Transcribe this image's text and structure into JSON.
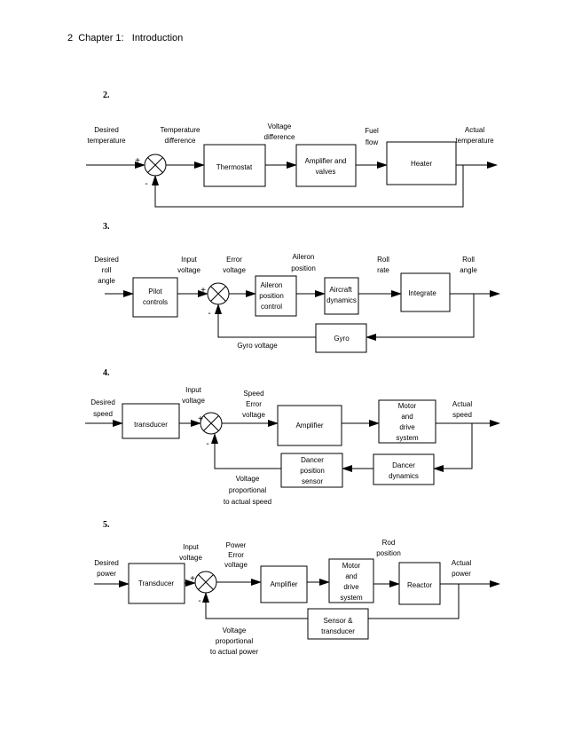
{
  "page": {
    "header": "2  Chapter 1:   Introduction"
  },
  "diagrams": [
    {
      "number": "2.",
      "labels": {
        "input": [
          "Desired",
          "temperature"
        ],
        "after_sum": [
          "Temperature",
          "difference"
        ],
        "after_b1": [
          "Voltage",
          "difference"
        ],
        "after_b2": [
          "Fuel",
          "flow"
        ],
        "output": [
          "Actual",
          "temperature"
        ]
      },
      "blocks": [
        [
          "Thermostat"
        ],
        [
          "Amplifier and",
          "valves"
        ],
        [
          "Heater"
        ]
      ],
      "signs": [
        "+",
        "-"
      ]
    },
    {
      "number": "3.",
      "labels": {
        "input": [
          "Desired",
          "roll",
          "angle"
        ],
        "before_sum": [
          "Input",
          "voltage"
        ],
        "after_sum": [
          "Error",
          "voltage"
        ],
        "after_b2": [
          "Aileron",
          "position"
        ],
        "after_b3": [
          "Roll",
          "rate"
        ],
        "output": [
          "Roll",
          "angle"
        ],
        "feedback": [
          "Gyro voltage"
        ]
      },
      "blocks": [
        [
          "Pilot",
          "controls"
        ],
        [
          "Aileron",
          "position",
          "control"
        ],
        [
          "Aircraft",
          "dynamics"
        ],
        [
          "Integrate"
        ],
        [
          "Gyro"
        ]
      ],
      "signs": [
        "+",
        "-"
      ]
    },
    {
      "number": "4.",
      "labels": {
        "input": [
          "Desired",
          "speed"
        ],
        "before_sum": [
          "Input",
          "voltage"
        ],
        "after_sum": [
          "Speed",
          "Error",
          "voltage"
        ],
        "output": [
          "Actual",
          "speed"
        ],
        "feedback": [
          "Voltage",
          "proportional",
          "to actual speed"
        ]
      },
      "blocks": [
        [
          "transducer"
        ],
        [
          "Amplifier"
        ],
        [
          "Motor",
          "and",
          "drive",
          "system"
        ],
        [
          "Dancer",
          "dynamics"
        ],
        [
          "Dancer",
          "position",
          "sensor"
        ]
      ],
      "signs": [
        "+",
        "-"
      ]
    },
    {
      "number": "5.",
      "labels": {
        "input": [
          "Desired",
          "power"
        ],
        "before_sum": [
          "Input",
          "voltage"
        ],
        "after_sum": [
          "Power",
          "Error",
          "voltage"
        ],
        "after_b3": [
          "Rod",
          "position"
        ],
        "output": [
          "Actual",
          "power"
        ],
        "feedback": [
          "Voltage",
          "proportional",
          "to actual power"
        ]
      },
      "blocks": [
        [
          "Transducer"
        ],
        [
          "Amplifier"
        ],
        [
          "Motor",
          "and",
          "drive",
          "system"
        ],
        [
          "Reactor"
        ],
        [
          "Sensor &",
          "transducer"
        ]
      ],
      "signs": [
        "+",
        "-"
      ]
    }
  ]
}
